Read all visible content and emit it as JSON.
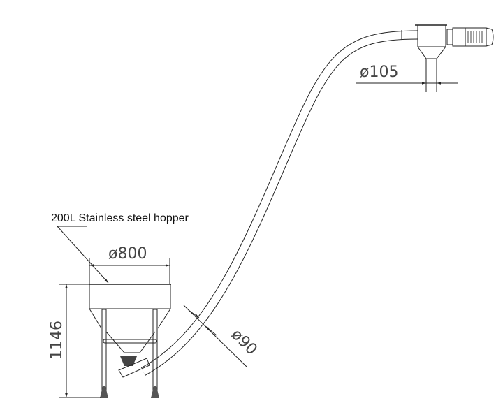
{
  "labels": {
    "hopper_label": "200L Stainless steel hopper",
    "hopper_diameter": "ø800",
    "hopper_height": "1146",
    "tube_diameter": "ø90",
    "outlet_diameter": "ø105"
  },
  "colors": {
    "line": "#222222",
    "text": "#444444"
  }
}
